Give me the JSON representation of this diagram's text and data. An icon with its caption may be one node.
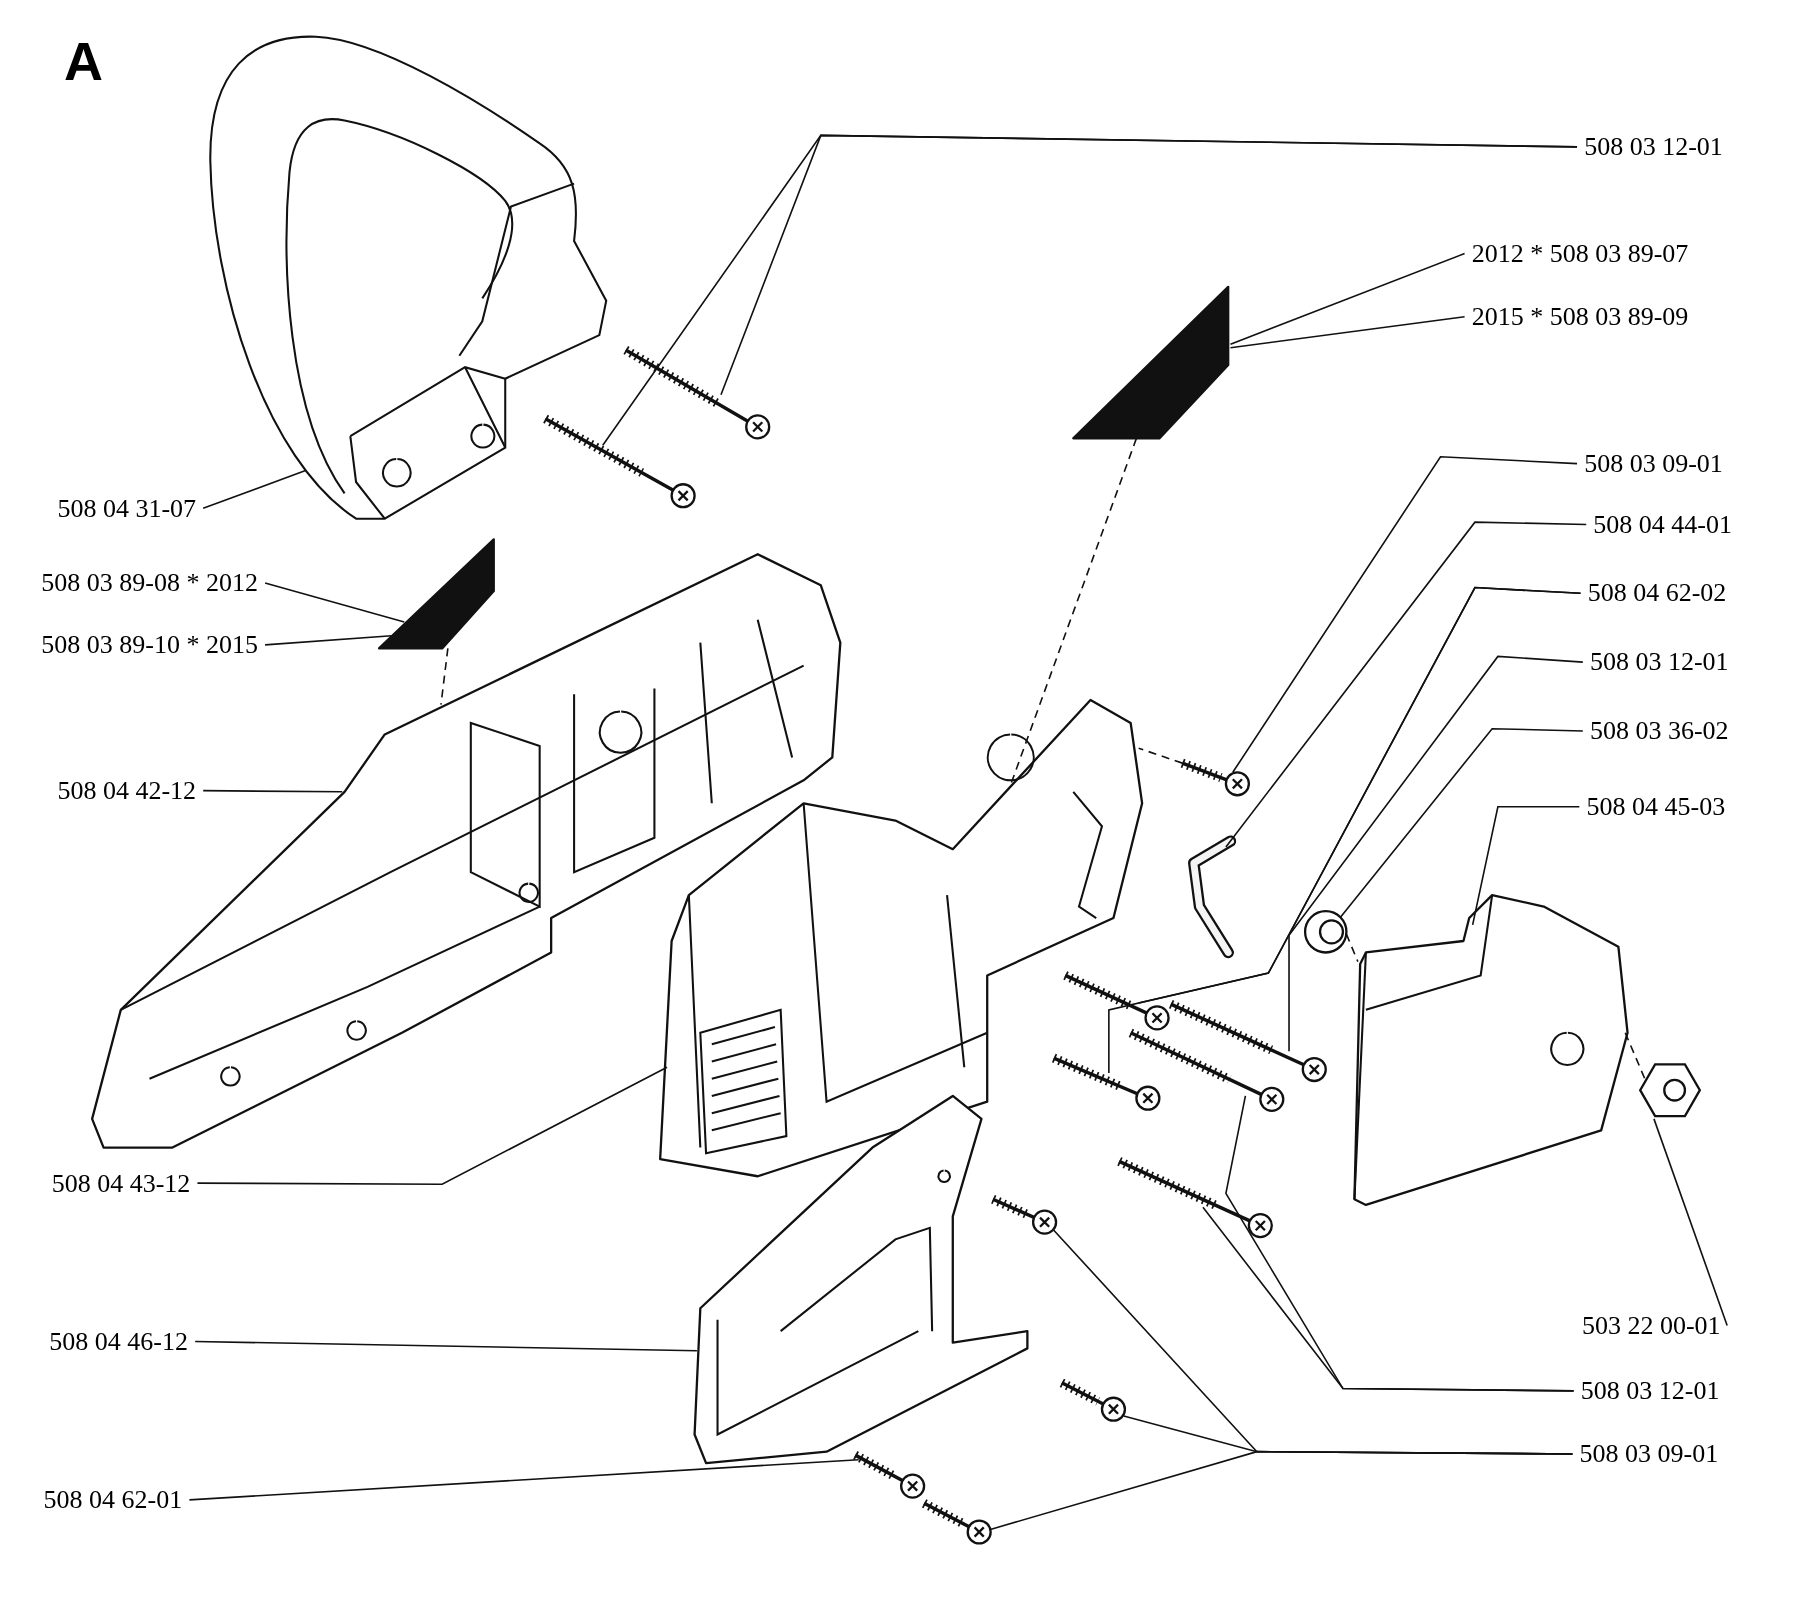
{
  "diagram": {
    "nodes": [
      {
        "text": [
          "508 03 12-01"
        ]
      },
      {
        "text": [
          "2012 * 508 03 89-07"
        ]
      },
      {
        "text": [
          "2015 * 508 03 89-09"
        ]
      },
      {
        "text": [
          "508 03 09-01"
        ]
      },
      {
        "text": [
          "508 04 44-01"
        ]
      },
      {
        "text": [
          "508 04 62-02"
        ]
      },
      {
        "text": [
          "508 03 12-01"
        ]
      },
      {
        "text": [
          "508 03 36-02"
        ]
      },
      {
        "text": [
          "508 04 45-03"
        ]
      },
      {
        "text": [
          "503 22 00-01"
        ]
      },
      {
        "text": [
          "508 03 12-01"
        ]
      },
      {
        "text": [
          "508 03 09-01"
        ]
      },
      {
        "text": [
          "508 04 31-07"
        ]
      },
      {
        "text": [
          "508 03 89-08 * 2012"
        ]
      },
      {
        "text": [
          "508 03 89-10 * 2015"
        ]
      },
      {
        "text": [
          "508 04 42-12"
        ]
      },
      {
        "text": [
          "508 04 43-12"
        ]
      },
      {
        "text": [
          "508 04 46-12"
        ]
      },
      {
        "text": [
          "508 04 62-01"
        ]
      },
      {
        "text": [],
        "shape": "picture"
      },
      {
        "text": [],
        "shape": "picture"
      },
      {
        "text": [],
        "shape": "picture"
      },
      {
        "text": [],
        "shape": "picture"
      },
      {
        "text": [],
        "shape": "picture"
      },
      {
        "text": [],
        "shape": "picture"
      },
      {
        "text": [],
        "shape": "picture"
      },
      {
        "text": [],
        "shape": "picture"
      },
      {
        "text": [],
        "shape": "picture"
      },
      {
        "text": [],
        "shape": "picture"
      },
      {
        "text": [],
        "shape": "picture"
      },
      {
        "text": [],
        "shape": "picture"
      },
      {
        "text": [],
        "shape": "picture"
      },
      {
        "text": [],
        "shape": "picture"
      },
      {
        "text": [],
        "shape": "picture"
      },
      {
        "text": [],
        "shape": "picture"
      },
      {
        "text": [],
        "shape": "picture"
      },
      {
        "text": [],
        "shape": "picture"
      },
      {
        "text": [],
        "shape": "picture"
      },
      {
        "text": [],
        "shape": "picture"
      },
      {
        "text": [],
        "shape": "picture"
      },
      {
        "text": [],
        "shape": "picture"
      }
    ],
    "edges": [
      {
        "from": 0,
        "to": 20,
        "arrow": "none"
      },
      {
        "from": 0,
        "to": 21,
        "arrow": "none"
      },
      {
        "from": 1,
        "to": 22,
        "arrow": "none"
      },
      {
        "from": 2,
        "to": 22,
        "arrow": "none"
      },
      {
        "from": 3,
        "to": 26,
        "arrow": "none"
      },
      {
        "from": 4,
        "to": 27,
        "arrow": "none"
      },
      {
        "from": 5,
        "to": 28,
        "arrow": "none"
      },
      {
        "from": 5,
        "to": 29,
        "arrow": "none"
      },
      {
        "from": 6,
        "to": 30,
        "arrow": "none"
      },
      {
        "from": 7,
        "to": 33,
        "arrow": "none"
      },
      {
        "from": 8,
        "to": 34,
        "arrow": "none"
      },
      {
        "from": 9,
        "to": 35,
        "arrow": "none"
      },
      {
        "from": 10,
        "to": 32,
        "arrow": "none"
      },
      {
        "from": 10,
        "to": 31,
        "arrow": "none"
      },
      {
        "from": 11,
        "to": 37,
        "arrow": "none"
      },
      {
        "from": 11,
        "to": 38,
        "arrow": "none"
      },
      {
        "from": 11,
        "to": 40,
        "arrow": "none"
      },
      {
        "from": 12,
        "to": 19,
        "arrow": "none"
      },
      {
        "from": 13,
        "to": 23,
        "arrow": "none"
      },
      {
        "from": 14,
        "to": 23,
        "arrow": "none"
      },
      {
        "from": 15,
        "to": 24,
        "arrow": "none"
      },
      {
        "from": 16,
        "to": 25,
        "arrow": "none"
      },
      {
        "from": 17,
        "to": 36,
        "arrow": "none"
      },
      {
        "from": 18,
        "to": 39,
        "arrow": "none"
      },
      {
        "from": 22,
        "to": 25,
        "arrow": "none",
        "style": "dashed"
      },
      {
        "from": 23,
        "to": 24,
        "arrow": "none",
        "style": "dashed"
      },
      {
        "from": 26,
        "to": 25,
        "arrow": "none",
        "style": "dashed"
      },
      {
        "from": 33,
        "to": 34,
        "arrow": "none",
        "style": "dashed"
      },
      {
        "from": 34,
        "to": 35,
        "arrow": "none",
        "style": "dashed"
      }
    ],
    "labels": [
      "A"
    ]
  }
}
